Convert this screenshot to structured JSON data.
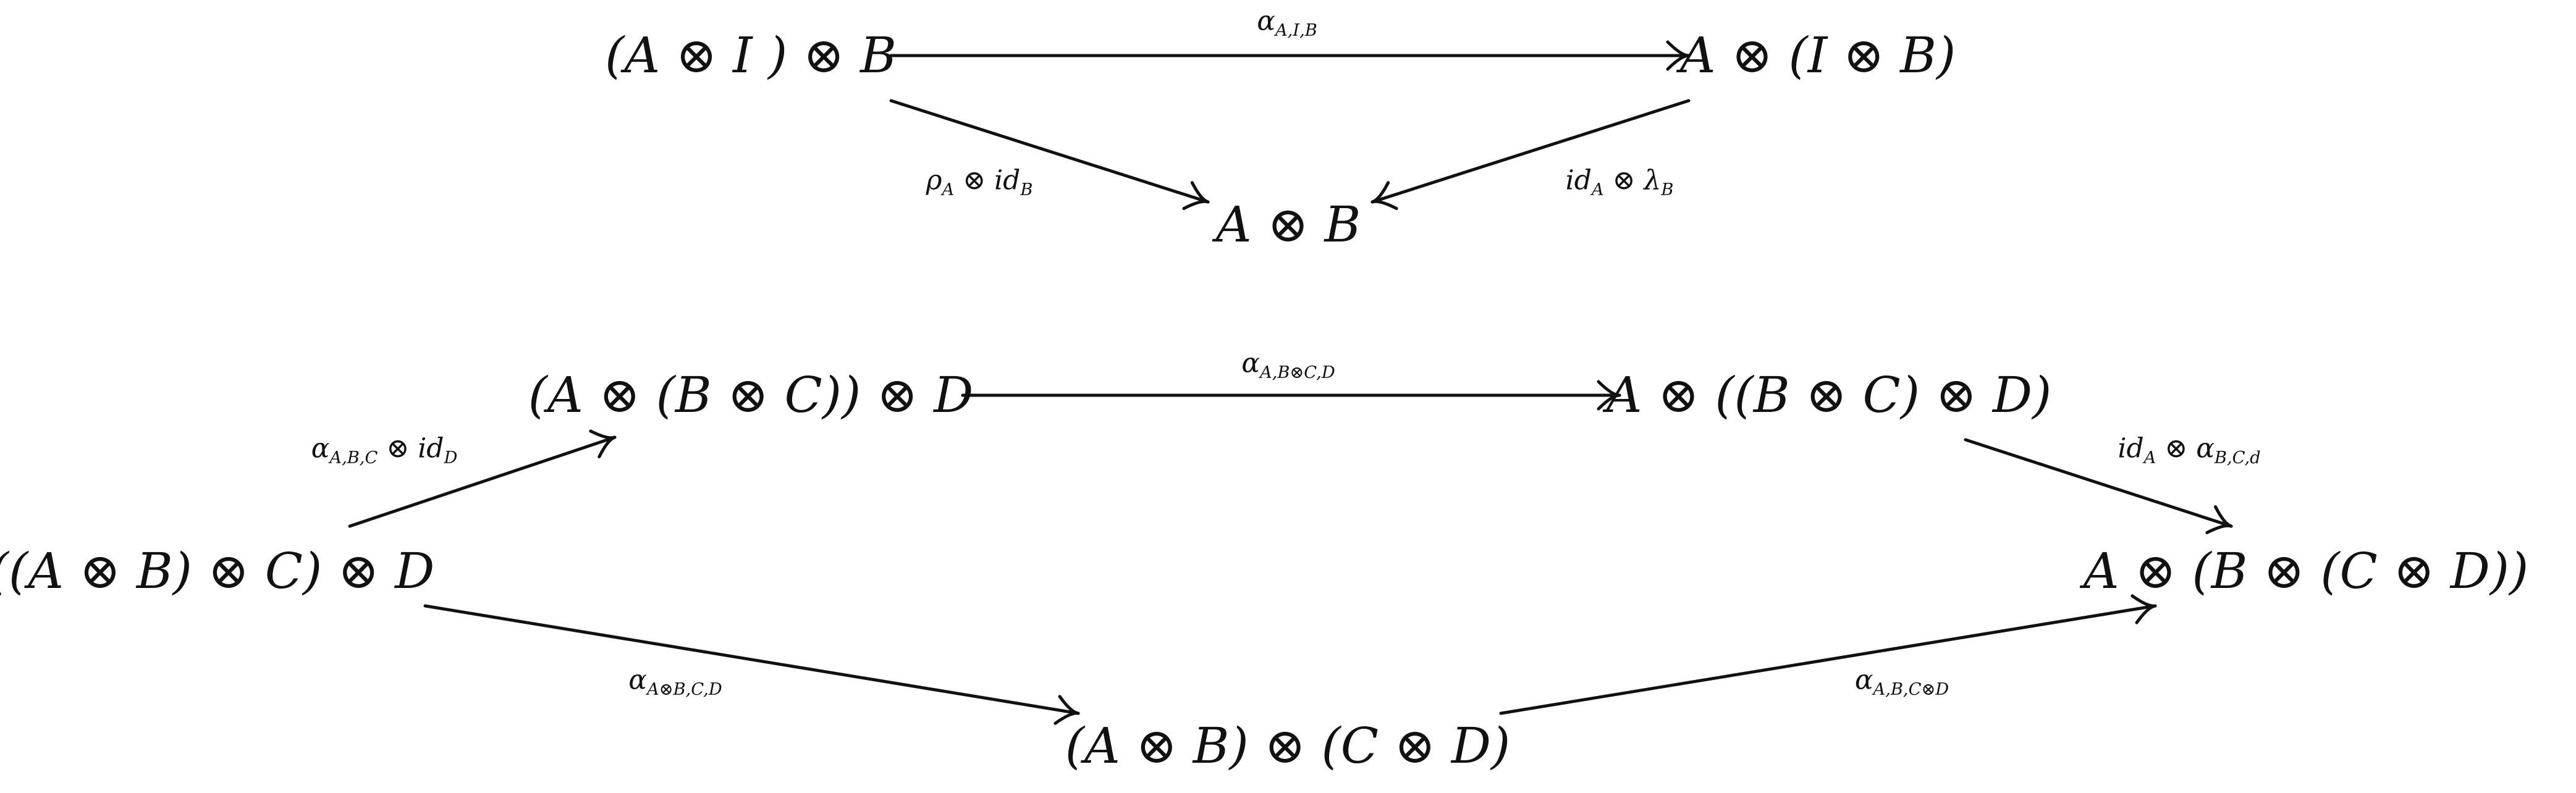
{
  "diagrams": [
    {
      "nodes": {
        "AI_B": "(A ⊗ I ) ⊗ B",
        "A_IB": "A ⊗ (I ⊗ B)",
        "AB": "A ⊗ B"
      },
      "edges": {
        "top": {
          "label": "α_{A,I,B}"
        },
        "left": {
          "label": "ρ_A ⊗ id_B"
        },
        "right": {
          "label": "id_A ⊗ λ_B"
        }
      }
    },
    {
      "nodes": {
        "ABC_D": "(A ⊗ (B ⊗ C)) ⊗ D",
        "A_BC_D": "A ⊗ ((B ⊗ C) ⊗ D)",
        "AB_C_D": "((A ⊗ B) ⊗ C) ⊗ D",
        "A_B_CD": "A ⊗ (B ⊗ (C ⊗ D))",
        "AB_CD": "(A ⊗ B) ⊗ (C ⊗ D)"
      },
      "edges": {
        "top": {
          "label": "α_{A,B⊗C,D}"
        },
        "upper_left": {
          "label": "α_{A,B,C} ⊗ id_D"
        },
        "upper_right": {
          "label": "id_A ⊗ α_{B,C,d}"
        },
        "lower_left": {
          "label": "α_{A⊗B,C,D}"
        },
        "lower_right": {
          "label": "α_{A,B,C⊗D}"
        }
      }
    }
  ]
}
